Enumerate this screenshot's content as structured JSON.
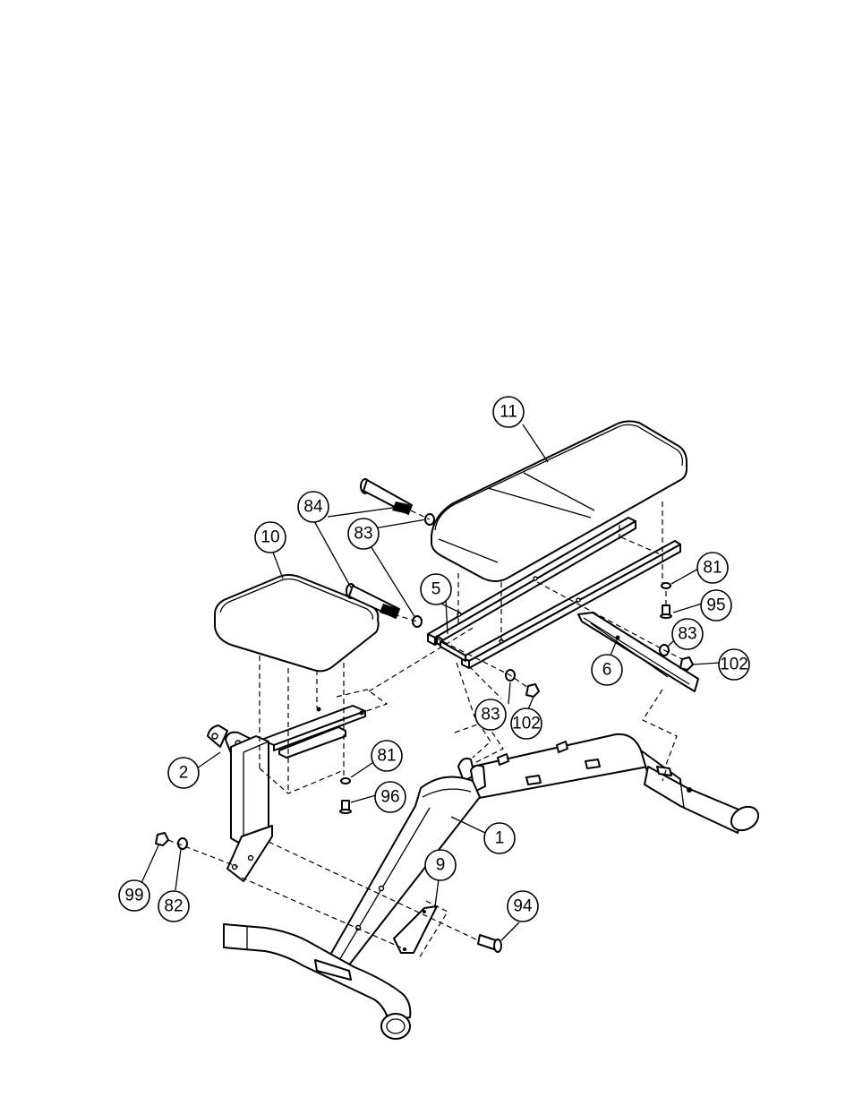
{
  "callouts": {
    "c11": "11",
    "c84": "84",
    "c83a": "83",
    "c10": "10",
    "c5": "5",
    "c81a": "81",
    "c95": "95",
    "c83b": "83",
    "c102a": "102",
    "c6": "6",
    "c83c": "83",
    "c102b": "102",
    "c2": "2",
    "c81b": "81",
    "c96": "96",
    "c1": "1",
    "c9": "9",
    "c94": "94",
    "c99": "99",
    "c82": "82"
  }
}
